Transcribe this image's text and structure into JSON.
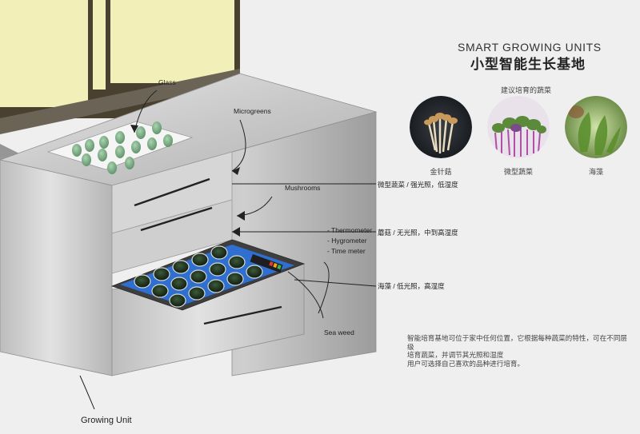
{
  "header": {
    "title_en": "SMART GROWING UNITS",
    "title_zh": "小型智能生长基地",
    "recommend_label": "建议培育的蔬菜"
  },
  "photos": [
    {
      "caption": "金针菇",
      "icon": "enoki-mushroom-photo"
    },
    {
      "caption": "微型蔬菜",
      "icon": "microgreens-photo"
    },
    {
      "caption": "海藻",
      "icon": "seaweed-photo"
    }
  ],
  "labels": {
    "glass": "Glass",
    "microgreens": "Microgreens",
    "mushrooms": "Mushrooms",
    "sensors": [
      "- Thermometer",
      "- Hygrometer",
      "- Time meter"
    ],
    "sea_weed": "Sea weed",
    "growing_unit": "Growing Unit"
  },
  "layers": [
    {
      "text": "微型蔬菜 / 强光照，低湿度"
    },
    {
      "text": "蘑菇 / 无光照，中到高湿度"
    },
    {
      "text": "海藻 / 低光照，高湿度"
    }
  ],
  "description": [
    "智能培育基地可位于家中任何位置，它根据每种蔬菜的特性，可在不同层级",
    "培育蔬菜，并调节其光照和湿度",
    "用户可选择自己喜欢的品种进行培育。"
  ],
  "colors": {
    "background": "#efefef",
    "window_glass": "#f3efb8",
    "window_frame": "#4a4030",
    "steel_light": "#d8d8d8",
    "steel_dark": "#9a9a9a",
    "tray_blue": "#2f6fd0",
    "pod_green": "#7fb08a"
  }
}
